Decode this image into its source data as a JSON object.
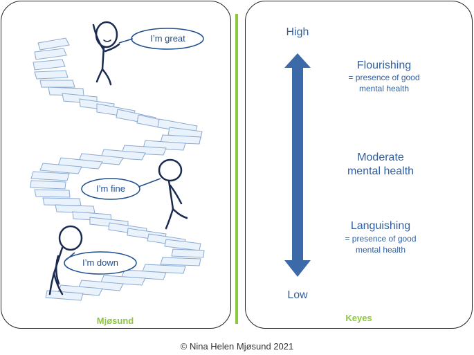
{
  "left": {
    "great": "I’m great",
    "fine": "I’m fine",
    "down": "I’m down",
    "caption": "Mjøsund"
  },
  "right": {
    "high": "High",
    "low": "Low",
    "flourishing_title": "Flourishing",
    "flourishing_sub1": "= presence of good",
    "flourishing_sub2": "mental health",
    "moderate1": "Moderate",
    "moderate2": "mental health",
    "languishing_title": "Languishing",
    "languishing_sub1": "= presence of good",
    "languishing_sub2": "mental health",
    "caption": "Keyes"
  },
  "footer": {
    "copyright": "© Nina Helen Mjøsund 2021"
  },
  "colors": {
    "accent_green": "#8dc63f",
    "arrow_blue": "#3c6aa8",
    "text_blue": "#2f5fa0"
  }
}
